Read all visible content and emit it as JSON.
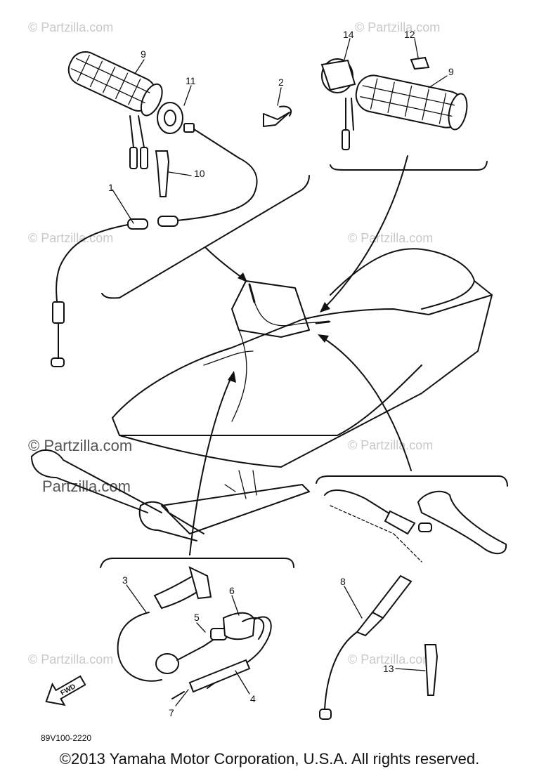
{
  "callouts": {
    "c9a": "9",
    "c11": "11",
    "c2": "2",
    "c10": "10",
    "c1": "1",
    "c14": "14",
    "c12": "12",
    "c9b": "9",
    "c3": "3",
    "c5": "5",
    "c6": "6",
    "c7": "7",
    "c4": "4",
    "c8": "8",
    "c13": "13"
  },
  "fwd_label": "FWD",
  "diagram_code": "89V100-2220",
  "watermark": "© Partzilla.com",
  "copyright": "©2013  Yamaha Motor Corporation, U.S.A. All rights reserved."
}
